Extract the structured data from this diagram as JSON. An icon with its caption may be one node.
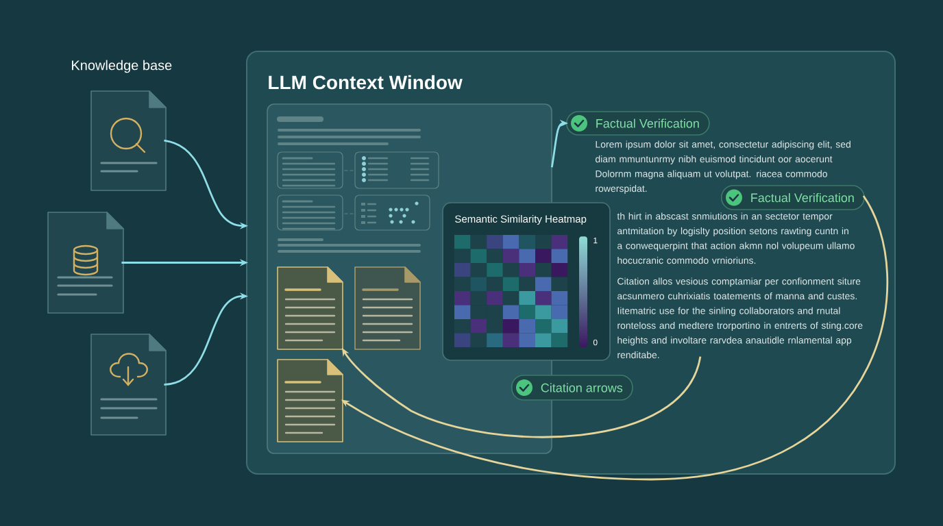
{
  "diagram": {
    "nodes": [
      {
        "text": [],
        "shape": "document"
      },
      {
        "text": [],
        "shape": "document"
      },
      {
        "text": [],
        "shape": "document"
      },
      {
        "text": [
          "LLM Context Window"
        ]
      },
      {
        "text": [],
        "shape": "box",
        "in": 3
      },
      {
        "text": [],
        "shape": "document",
        "in": 4
      },
      {
        "text": [],
        "shape": "document",
        "in": 4
      },
      {
        "text": [],
        "shape": "document",
        "in": 4
      },
      {
        "text": [
          "Semantic Similarity Heatmap",
          "1",
          "0"
        ],
        "in": 3
      },
      {
        "text": [
          "Factual Verification"
        ],
        "in": 3
      },
      {
        "text": [
          "Lorem ipsum dolor sit amet, consectetur adipiscing elit, sed diam mmuntunrmy nibh euismod tincidunt oor aocerunt Dolornm magna aliquam ut volutpat. riacea commodo rowerspidat."
        ],
        "in": 3
      },
      {
        "text": [
          "Factual Verification"
        ],
        "in": 3
      },
      {
        "text": [
          "th hirt in abscast snmiutions in an sectetor tempor antmitation by logislty position setons rawting cuntn in a conwequerpint that action akmn nol volupeum ullamo hocucranic commodo vrnioriuns."
        ],
        "in": 3
      },
      {
        "text": [
          "Citation allos vesious comptamiar per confionment siture acsunmero cuhrixiatis toatements of manna and custes. Iitematric use for the sinling collaborators and rnutal ronteloss and medtere trorportino in entrerts of sting.core heights and involtare rarvdea anautidle rnlamental app renditabe."
        ],
        "in": 3
      },
      {
        "text": [
          "Citation arrows"
        ],
        "in": 3
      }
    ],
    "edges": [
      {
        "from": 0,
        "to": 3,
        "arrow": "to"
      },
      {
        "from": 1,
        "to": 3,
        "arrow": "to"
      },
      {
        "from": 2,
        "to": 3,
        "arrow": "to"
      },
      {
        "from": 4,
        "to": 9,
        "arrow": "to"
      },
      {
        "from": 13,
        "to": 5,
        "arrow": "to",
        "color": "#e6d59a"
      },
      {
        "from": 11,
        "to": 7,
        "arrow": "to",
        "color": "#e6d59a"
      }
    ],
    "labels": [
      "Knowledge base"
    ]
  }
}
